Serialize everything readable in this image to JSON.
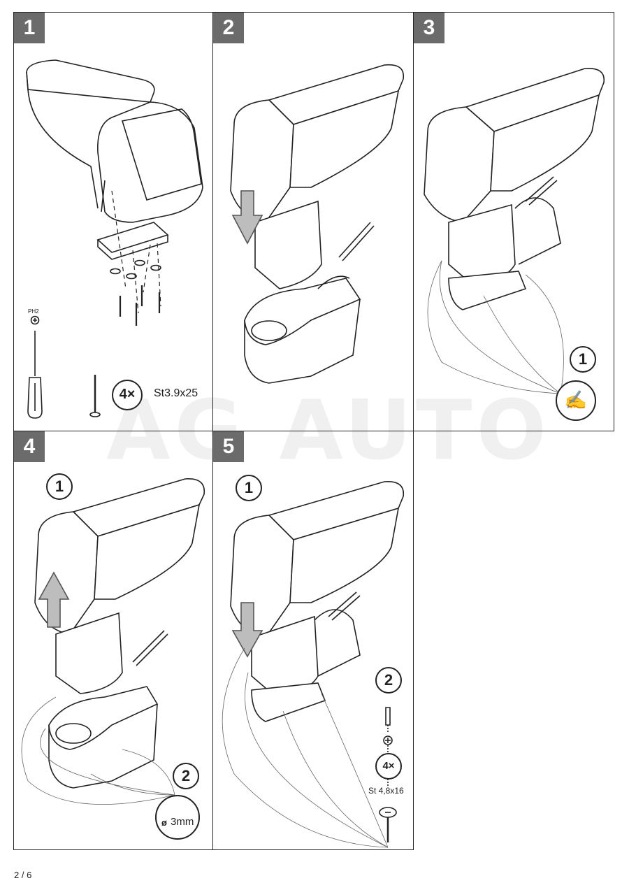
{
  "watermark": "AG AUTO",
  "steps": [
    {
      "number": "1"
    },
    {
      "number": "2"
    },
    {
      "number": "3"
    },
    {
      "number": "4"
    },
    {
      "number": "5"
    }
  ],
  "step1": {
    "tool_label": "PH2",
    "count": "4×",
    "screw_spec": "St3.9x25"
  },
  "step3": {
    "substep": "1"
  },
  "step4": {
    "substep1": "1",
    "substep2": "2",
    "drill_size": "3mm",
    "diameter_symbol": "ø"
  },
  "step5": {
    "substep1": "1",
    "substep2": "2",
    "count": "4×",
    "screw_spec": "St 4,8x16"
  },
  "page": {
    "number": "2 / 6"
  },
  "colors": {
    "badge": "#6b6b6b",
    "line": "#222222",
    "watermark": "#f0f0f0"
  }
}
